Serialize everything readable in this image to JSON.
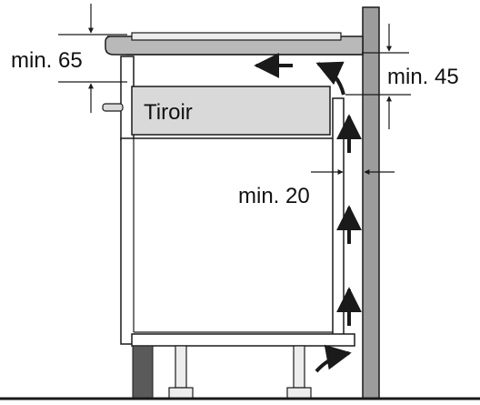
{
  "labels": {
    "top_clearance": "min. 65",
    "wall_clearance": "min. 45",
    "drawer": "Tiroir",
    "side_gap": "min. 20"
  },
  "colors": {
    "line": "#1a1a1a",
    "hob_fill": "#b9b9b9",
    "hob_glass": "#ececec",
    "drawer_fill": "#d9d9d9",
    "wall_fill": "#9c9c9c",
    "leg_fill": "#ededed",
    "skirting_fill": "#5a5a5a"
  },
  "icons": {
    "airflow_in": "curved-arrow-icon",
    "airflow_out": "left-arrow-icon",
    "airflow_up": "up-arrow-icon",
    "dimension": "dimension-arrow-icon"
  }
}
